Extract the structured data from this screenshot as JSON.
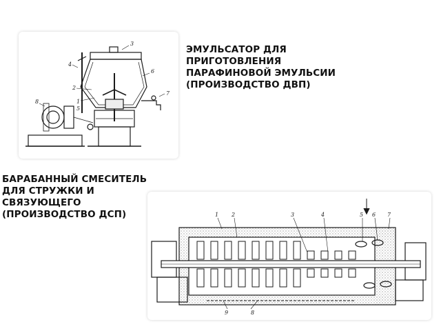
{
  "captions": {
    "emulsifier": "ЭМУЛЬСАТОР ДЛЯ\nПРИГОТОВЛЕНИЯ\nПАРАФИНОВОЙ ЭМУЛЬСИИ\n(ПРОИЗВОДСТВО ДВП)",
    "mixer": "БАРАБАННЫЙ СМЕСИТЕЛЬ\nДЛЯ СТРУЖКИ И\nСВЯЗУЮЩЕГО\n(ПРОИЗВОДСТВО ДСП)"
  },
  "emulsifier_labels": [
    "1",
    "2",
    "3",
    "4",
    "5",
    "6",
    "7",
    "8"
  ],
  "mixer_labels": [
    "1",
    "2",
    "3",
    "4",
    "5",
    "6",
    "7",
    "8",
    "9"
  ],
  "colors": {
    "line": "#1a1a1a",
    "fill_dots": "#cfcfcf",
    "caption": "#111111"
  }
}
